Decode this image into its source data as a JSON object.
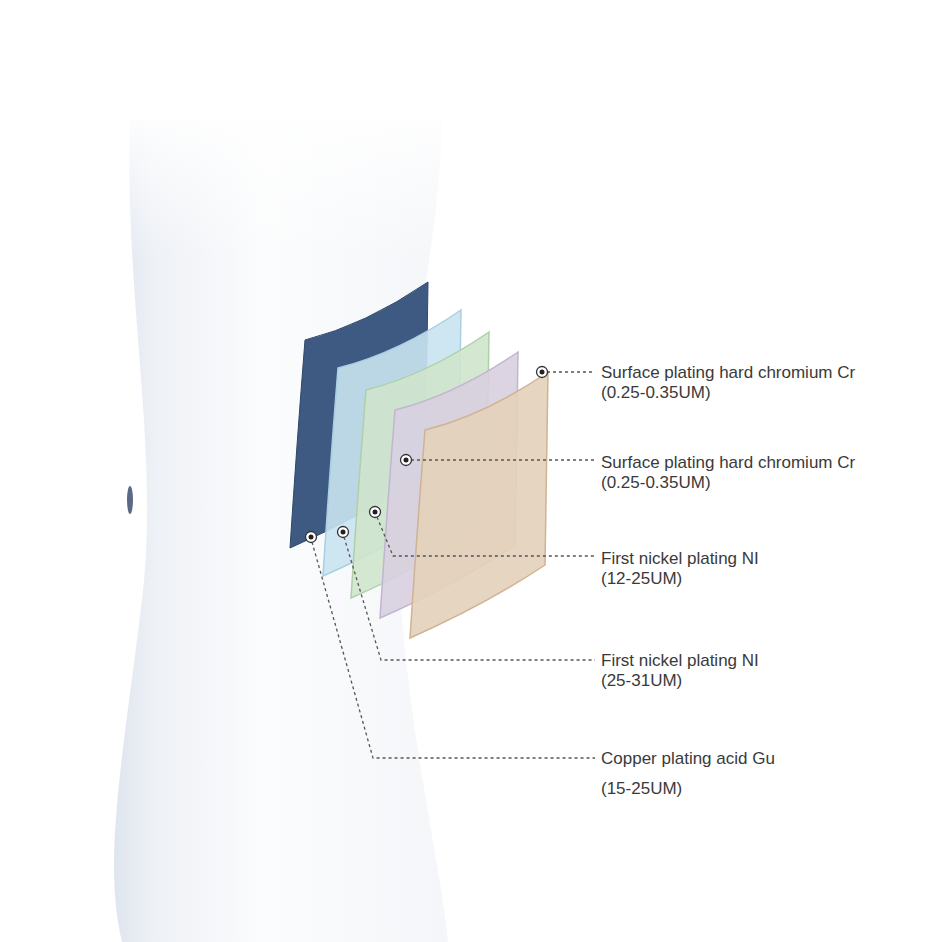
{
  "diagram": {
    "labels": [
      "Surface plating hard chromium Cr",
      "(0.25-0.35UM)",
      "Surface plating hard chromium Cr",
      "(0.25-0.35UM)",
      "First nickel plating NI",
      "(12-25UM)",
      "First nickel plating NI",
      "(25-31UM)",
      "Copper plating acid Gu",
      "(15-25UM)"
    ]
  }
}
